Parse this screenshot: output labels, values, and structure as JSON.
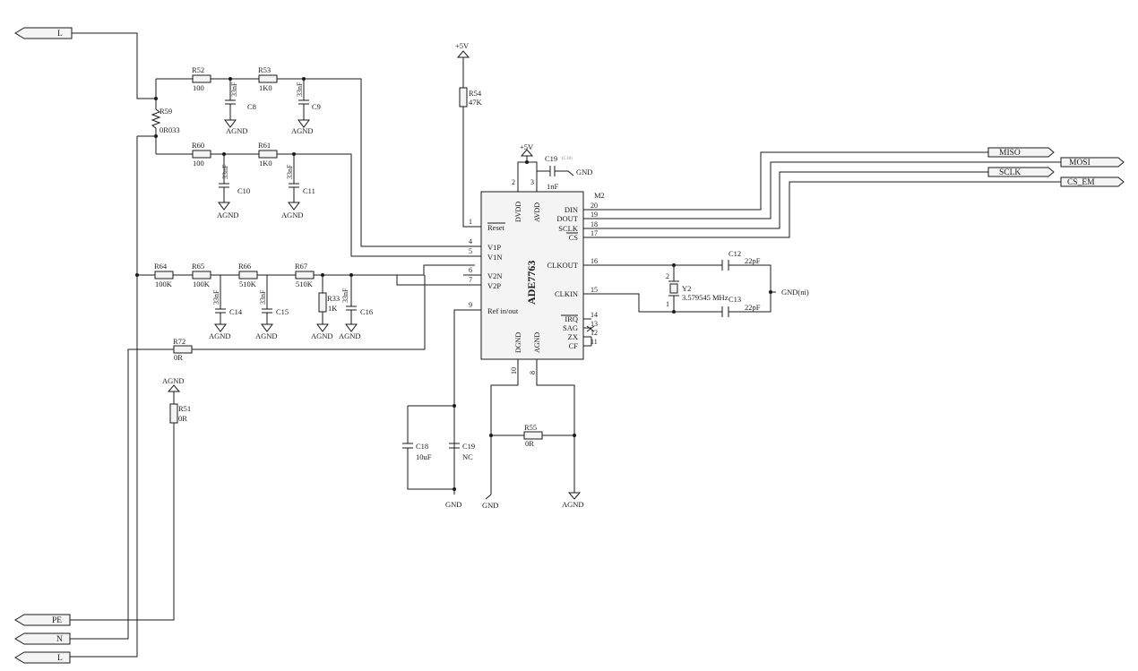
{
  "ports": {
    "l_top": "L",
    "pe": "PE",
    "n": "N",
    "l_bottom": "L",
    "miso": "MISO",
    "mosi": "MOSI",
    "sclk": "SCLK",
    "cs_em": "CS_EM"
  },
  "ic": {
    "part": "ADE7763",
    "ref": "M2",
    "pins_left": [
      {
        "num": "1",
        "name": "Reset"
      },
      {
        "num": "4",
        "name": "V1P"
      },
      {
        "num": "5",
        "name": "V1N"
      },
      {
        "num": "6",
        "name": "V2N"
      },
      {
        "num": "7",
        "name": "V2P"
      },
      {
        "num": "9",
        "name": "Ref in/out"
      }
    ],
    "pins_right": [
      {
        "num": "20",
        "name": "DIN"
      },
      {
        "num": "19",
        "name": "DOUT"
      },
      {
        "num": "18",
        "name": "SCLK"
      },
      {
        "num": "17",
        "name": "CS"
      },
      {
        "num": "16",
        "name": "CLKOUT"
      },
      {
        "num": "15",
        "name": "CLKIN"
      },
      {
        "num": "14",
        "name": "IRQ"
      },
      {
        "num": "13",
        "name": "SAG"
      },
      {
        "num": "12",
        "name": "ZX"
      },
      {
        "num": "11",
        "name": "CF"
      }
    ],
    "pins_top": [
      {
        "num": "2",
        "name": "DVDD"
      },
      {
        "num": "3",
        "name": "AVDD"
      }
    ],
    "pins_bottom": [
      {
        "num": "10",
        "name": "DGND"
      },
      {
        "num": "8",
        "name": "AGND"
      }
    ]
  },
  "resistors": {
    "r52": {
      "ref": "R52",
      "val": "100"
    },
    "r53": {
      "ref": "R53",
      "val": "1K0"
    },
    "r59": {
      "ref": "R59",
      "val": "0R033"
    },
    "r60": {
      "ref": "R60",
      "val": "100"
    },
    "r61": {
      "ref": "R61",
      "val": "1K0"
    },
    "r54": {
      "ref": "R54",
      "val": "47K"
    },
    "r64": {
      "ref": "R64",
      "val": "100K"
    },
    "r65": {
      "ref": "R65",
      "val": "100K"
    },
    "r66": {
      "ref": "R66",
      "val": "510K"
    },
    "r67": {
      "ref": "R67",
      "val": "510K"
    },
    "r33": {
      "ref": "R33",
      "val": "1K"
    },
    "r72": {
      "ref": "R72",
      "val": "0R"
    },
    "r51": {
      "ref": "R51",
      "val": "0R"
    },
    "r55": {
      "ref": "R55",
      "val": "0R"
    }
  },
  "capacitors": {
    "c8": {
      "ref": "C8",
      "val": "33nF"
    },
    "c9": {
      "ref": "C9",
      "val": "33nF"
    },
    "c10": {
      "ref": "C10",
      "val": "33nF"
    },
    "c11": {
      "ref": "C11",
      "val": "33nF"
    },
    "c14": {
      "ref": "C14",
      "val": "33nF"
    },
    "c15": {
      "ref": "C15",
      "val": "33nF"
    },
    "c16": {
      "ref": "C16",
      "val": "33nF"
    },
    "c19_top": {
      "ref": "C19",
      "val": "1nF",
      "alt": "(C18)"
    },
    "c12": {
      "ref": "C12",
      "val": "22pF"
    },
    "c13": {
      "ref": "C13",
      "val": "22pF"
    },
    "c18": {
      "ref": "C18",
      "val": "10uF"
    },
    "c19_bottom": {
      "ref": "C19",
      "val": "NC"
    }
  },
  "crystal": {
    "ref": "Y2",
    "val": "3.579545 MHz",
    "pin1": "1",
    "pin2": "2"
  },
  "power": {
    "plus5v": "+5V",
    "agnd": "AGND",
    "gnd": "GND",
    "gnd_ni": "GND(ni)"
  }
}
